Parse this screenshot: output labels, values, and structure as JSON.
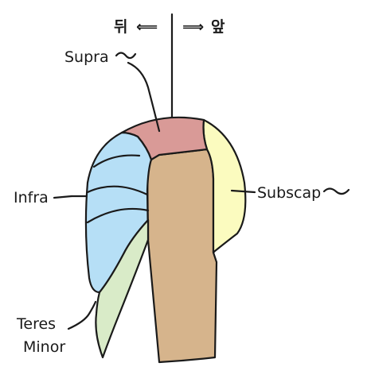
{
  "direction": {
    "back_label": "뒤",
    "back_arrow": "⟸",
    "front_arrow": "⟹",
    "front_label": "앞"
  },
  "labels": {
    "supra": "Supra",
    "infra": "Infra",
    "subscap": "Subscap",
    "teres_line1": "Teres",
    "teres_line2": "Minor"
  },
  "colors": {
    "supraspinatus": "#d99a97",
    "infraspinatus": "#b6dff6",
    "subscapularis": "#fbfbbf",
    "teres_minor": "#d9ebc8",
    "humerus": "#d6b48c",
    "ink": "#1a1a1a"
  }
}
